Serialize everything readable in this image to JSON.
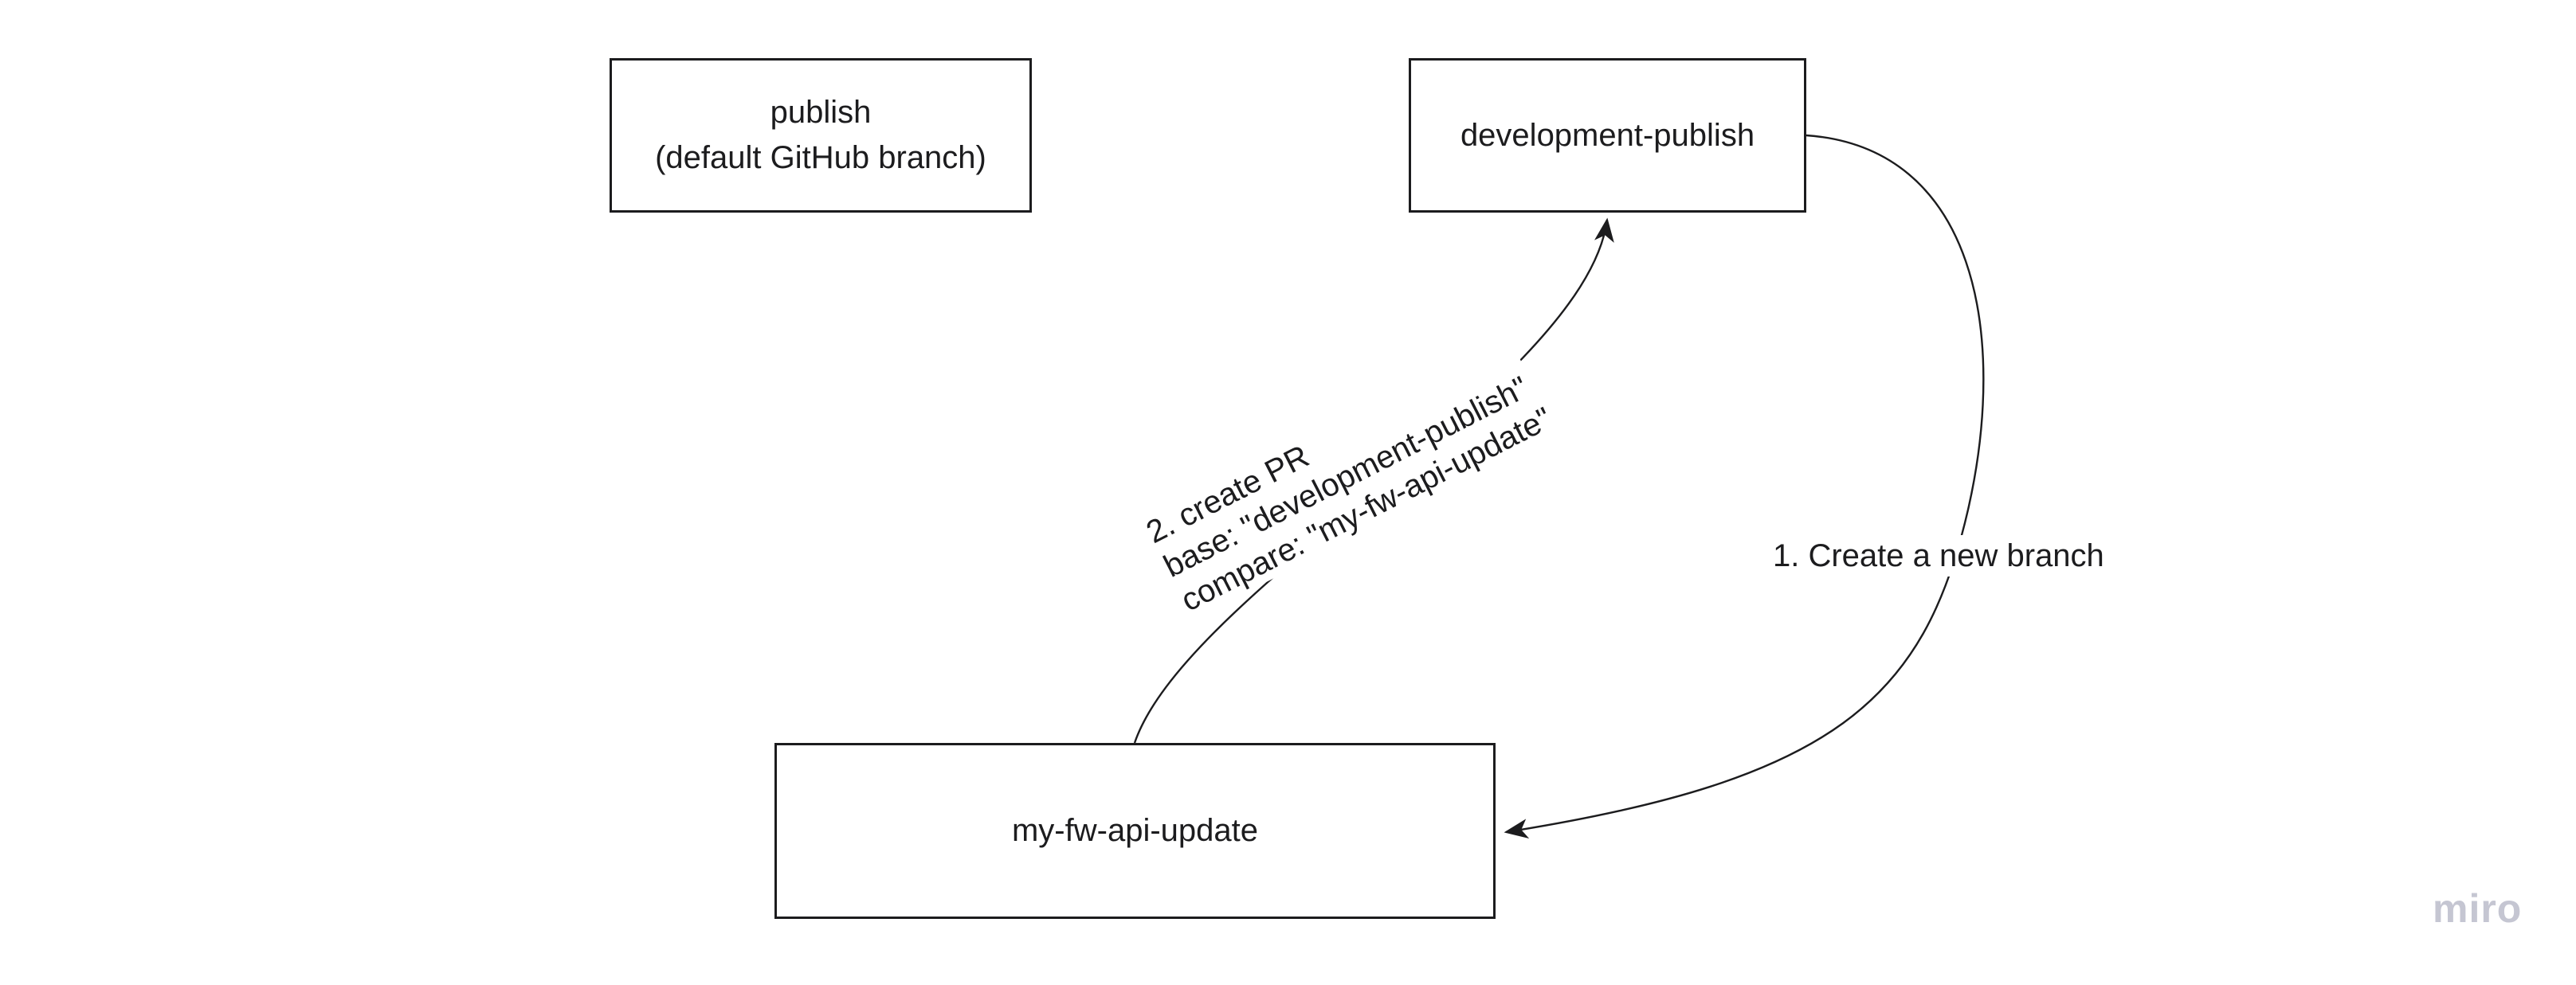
{
  "board": {
    "background": "#ffffff",
    "stroke_color": "#1c1c1e",
    "text_color": "#1c1c1e"
  },
  "nodes": [
    {
      "id": "publish",
      "lines": [
        "publish",
        "(default GitHub branch)"
      ]
    },
    {
      "id": "development-publish",
      "lines": [
        "development-publish"
      ]
    },
    {
      "id": "my-fw-api-update",
      "lines": [
        "my-fw-api-update"
      ]
    }
  ],
  "connectors": [
    {
      "id": "create-new-branch",
      "from": "development-publish",
      "to": "my-fw-api-update",
      "label": "1. Create a new branch"
    },
    {
      "id": "create-pr",
      "from": "my-fw-api-update",
      "to": "development-publish",
      "label_lines": [
        "2. create PR",
        "base: \"development-publish\"",
        "compare: \"my-fw-api-update\""
      ]
    }
  ],
  "watermark": {
    "text": "miro",
    "color": "#c5c6d2"
  }
}
